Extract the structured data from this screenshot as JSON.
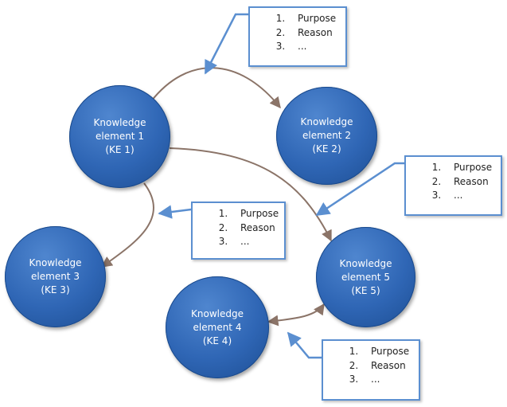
{
  "nodes": [
    {
      "id": "ke1",
      "line1": "Knowledge",
      "line2": "element 1",
      "line3": "(KE 1)"
    },
    {
      "id": "ke2",
      "line1": "Knowledge",
      "line2": "element 2",
      "line3": "(KE 2)"
    },
    {
      "id": "ke3",
      "line1": "Knowledge",
      "line2": "element 3",
      "line3": "(KE 3)"
    },
    {
      "id": "ke4",
      "line1": "Knowledge",
      "line2": "element 4",
      "line3": "(KE 4)"
    },
    {
      "id": "ke5",
      "line1": "Knowledge",
      "line2": "element 5",
      "line3": "(KE 5)"
    }
  ],
  "notes": [
    {
      "items": [
        "Purpose",
        "Reason",
        "..."
      ]
    },
    {
      "items": [
        "Purpose",
        "Reason",
        "..."
      ]
    },
    {
      "items": [
        "Purpose",
        "Reason",
        "..."
      ]
    },
    {
      "items": [
        "Purpose",
        "Reason",
        "..."
      ]
    }
  ],
  "edges": [
    {
      "from": "ke1",
      "to": "ke2",
      "directed": true
    },
    {
      "from": "ke1",
      "to": "ke5",
      "directed": true
    },
    {
      "from": "ke1",
      "to": "ke3",
      "directed": true
    },
    {
      "from": "ke4",
      "to": "ke5",
      "bidirectional": true
    }
  ],
  "colors": {
    "node": "#2f66b5",
    "edge": "#8b7468",
    "note_border": "#5b8fd0"
  }
}
